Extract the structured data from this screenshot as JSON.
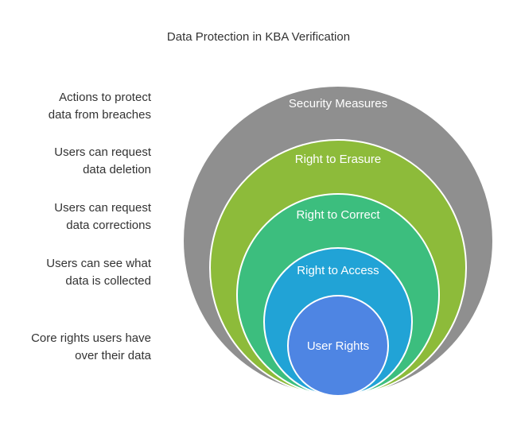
{
  "title": "Data Protection in KBA Verification",
  "layers": [
    {
      "label": "Security Measures",
      "description": "Actions to protect\ndata from breaches",
      "color": "#8f8f8f"
    },
    {
      "label": "Right to Erasure",
      "description": "Users can request\ndata deletion",
      "color": "#8dbb3a"
    },
    {
      "label": "Right to Correct",
      "description": "Users can request\ndata corrections",
      "color": "#3cbe7e"
    },
    {
      "label": "Right to Access",
      "description": "Users can see what\ndata is collected",
      "color": "#21a3d6"
    },
    {
      "label": "User Rights",
      "description": "Core rights users have\nover their data",
      "color": "#4e85e3"
    }
  ]
}
